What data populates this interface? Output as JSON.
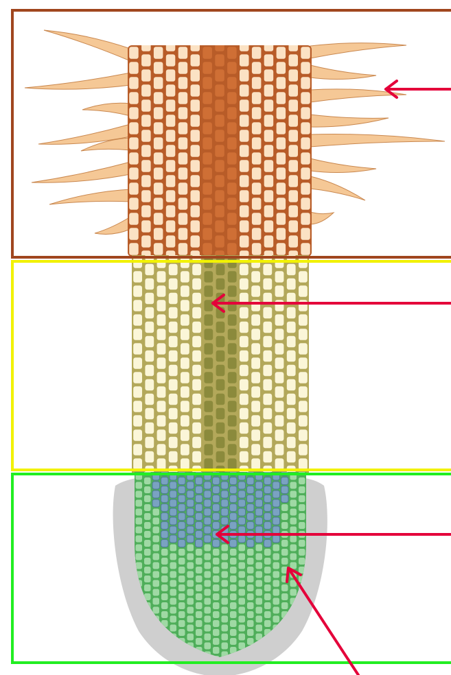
{
  "diagram": {
    "zones": [
      {
        "id": "maturation",
        "color": "#a0461e",
        "cell_fill": "#fbe2c4",
        "cell_stroke": "#b85c28",
        "stele_fill": "#cf6f35"
      },
      {
        "id": "elongation",
        "color": "#f2f200",
        "cell_fill": "#fbf6d8",
        "cell_stroke": "#b3a85a",
        "stele_fill": "#8b8a3c"
      },
      {
        "id": "meristem",
        "color": "#22ee22",
        "cell_fill": "#9fd9a4",
        "cell_stroke": "#4fae5a",
        "meristem_fill": "#7aa2c2",
        "cap_fill": "#cfcfcf"
      }
    ],
    "root_hair_color": "#f5c896",
    "root_hair_stroke": "#c9874e",
    "arrow_color": "#e4003a",
    "arrow_count": 4
  }
}
